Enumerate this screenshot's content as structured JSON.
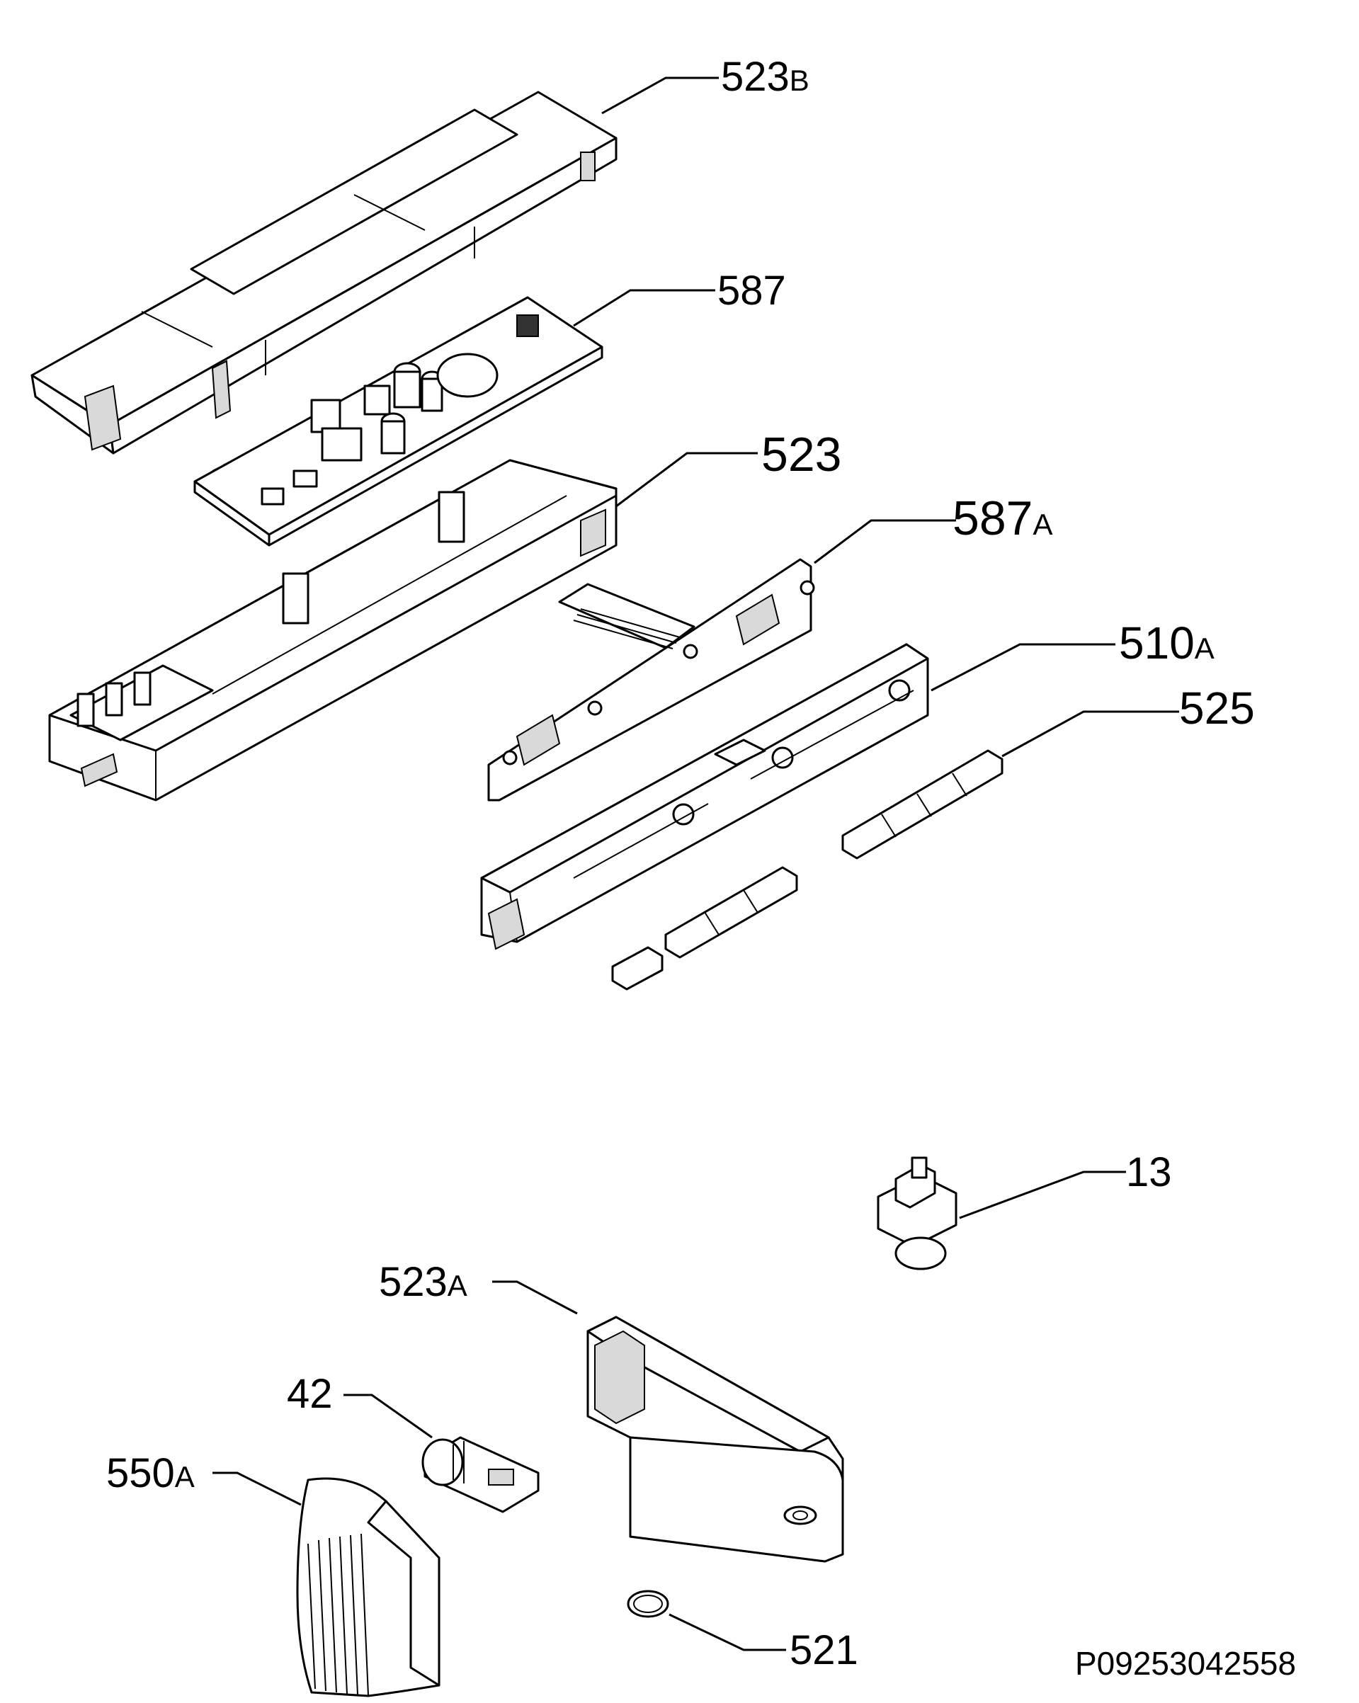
{
  "diagram": {
    "document_id": "P09253042558",
    "labels": [
      {
        "id": "523B",
        "number": "523",
        "suffix": "B"
      },
      {
        "id": "587",
        "number": "587",
        "suffix": ""
      },
      {
        "id": "523",
        "number": "523",
        "suffix": ""
      },
      {
        "id": "587A",
        "number": "587",
        "suffix": "A"
      },
      {
        "id": "510A",
        "number": "510",
        "suffix": "A"
      },
      {
        "id": "525",
        "number": "525",
        "suffix": ""
      },
      {
        "id": "13",
        "number": "13",
        "suffix": ""
      },
      {
        "id": "523A",
        "number": "523",
        "suffix": "A"
      },
      {
        "id": "42",
        "number": "42",
        "suffix": ""
      },
      {
        "id": "550A",
        "number": "550",
        "suffix": "A"
      },
      {
        "id": "521",
        "number": "521",
        "suffix": ""
      }
    ]
  }
}
